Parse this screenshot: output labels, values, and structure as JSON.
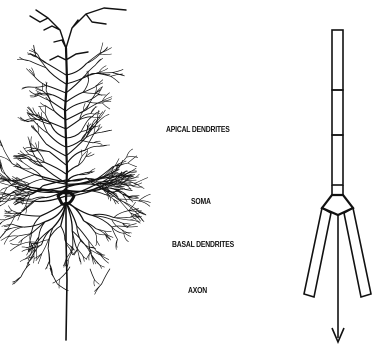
{
  "labels": {
    "apical_dendrites": "APICAL DENDRITES",
    "soma": "SOMA",
    "basal_dendrites": "BASAL DENDRITES",
    "axon": "AXON"
  },
  "colors": {
    "ink": "#111111",
    "background": "#ffffff"
  }
}
